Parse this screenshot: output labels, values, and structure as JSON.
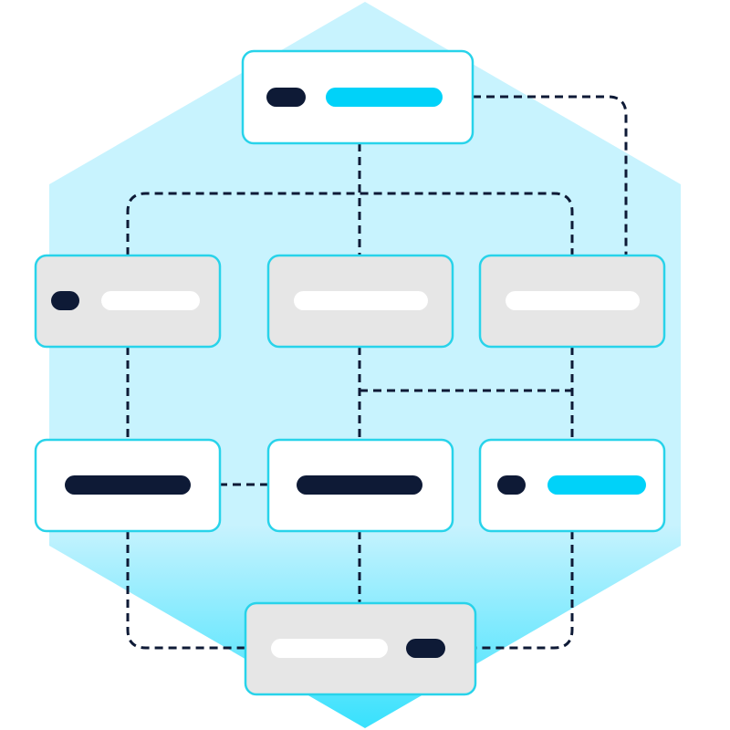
{
  "colors": {
    "hex_top": "#c8f3fe",
    "hex_bottom": "#38e1fd",
    "connector": "#0e1a36",
    "node_border": "#28d3ea",
    "node_white": "#ffffff",
    "node_gray": "#e6e6e6",
    "pill_dark": "#0e1a36",
    "pill_cyan": "#00d2f9",
    "pill_white": "#ffffff"
  },
  "nodes": [
    {
      "id": "root",
      "fill": "white",
      "pills": [
        "dark-dot",
        "cyan-bar"
      ]
    },
    {
      "id": "mid-left",
      "fill": "gray",
      "pills": [
        "dark-dot",
        "white-bar"
      ]
    },
    {
      "id": "mid-center",
      "fill": "gray",
      "pills": [
        "white-bar"
      ]
    },
    {
      "id": "mid-right",
      "fill": "gray",
      "pills": [
        "white-bar"
      ]
    },
    {
      "id": "low-left",
      "fill": "white",
      "pills": [
        "dark-bar"
      ]
    },
    {
      "id": "low-center",
      "fill": "white",
      "pills": [
        "dark-bar"
      ]
    },
    {
      "id": "low-right",
      "fill": "white",
      "pills": [
        "dark-dot",
        "cyan-bar"
      ]
    },
    {
      "id": "bottom",
      "fill": "gray",
      "pills": [
        "white-bar",
        "dark-dot"
      ]
    }
  ],
  "connector_style": "dashed"
}
